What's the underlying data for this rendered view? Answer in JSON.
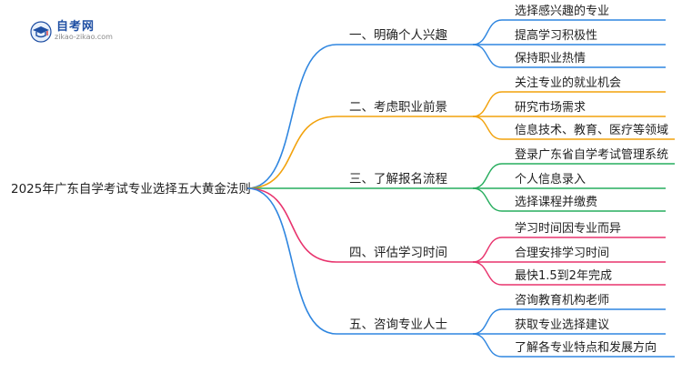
{
  "logo": {
    "title": "自考网",
    "url": "zikao-zikao.com"
  },
  "mindmap": {
    "root": "2025年广东自学考试专业选择五大黄金法则",
    "branches": [
      {
        "label": "一、明确个人兴趣",
        "color": "#2f86e0",
        "leaves": [
          "选择感兴趣的专业",
          "提高学习积极性",
          "保持职业热情"
        ]
      },
      {
        "label": "二、考虑职业前景",
        "color": "#f2a20c",
        "leaves": [
          "关注专业的就业机会",
          "研究市场需求",
          "信息技术、教育、医疗等领域"
        ]
      },
      {
        "label": "三、了解报名流程",
        "color": "#27ad5e",
        "leaves": [
          "登录广东省自学考试管理系统",
          "个人信息录入",
          "选择课程并缴费"
        ]
      },
      {
        "label": "四、评估学习时间",
        "color": "#e8336d",
        "leaves": [
          "学习时间因专业而异",
          "合理安排学习时间",
          "最快1.5到2年完成"
        ]
      },
      {
        "label": "五、咨询专业人士",
        "color": "#2f86e0",
        "leaves": [
          "咨询教育机构老师",
          "获取专业选择建议",
          "了解各专业特点和发展方向"
        ]
      }
    ]
  }
}
